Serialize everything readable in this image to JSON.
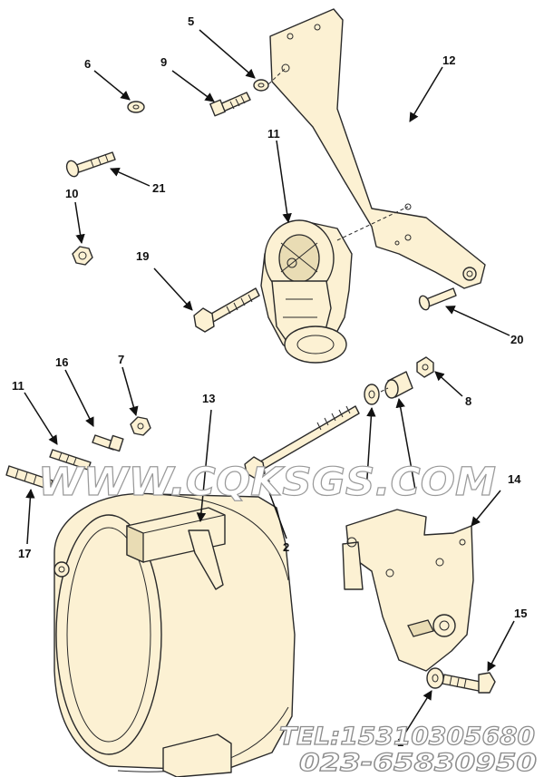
{
  "callouts": [
    "5",
    "9",
    "6",
    "12",
    "11",
    "21",
    "10",
    "19",
    "20",
    "7",
    "16",
    "11",
    "8",
    "13",
    "2",
    "17",
    "1",
    "14",
    "15"
  ],
  "watermark": {
    "site": "WWW.CQKSGS.COM",
    "phone": "TEL:15310305680",
    "phone2": "023-65830950"
  }
}
